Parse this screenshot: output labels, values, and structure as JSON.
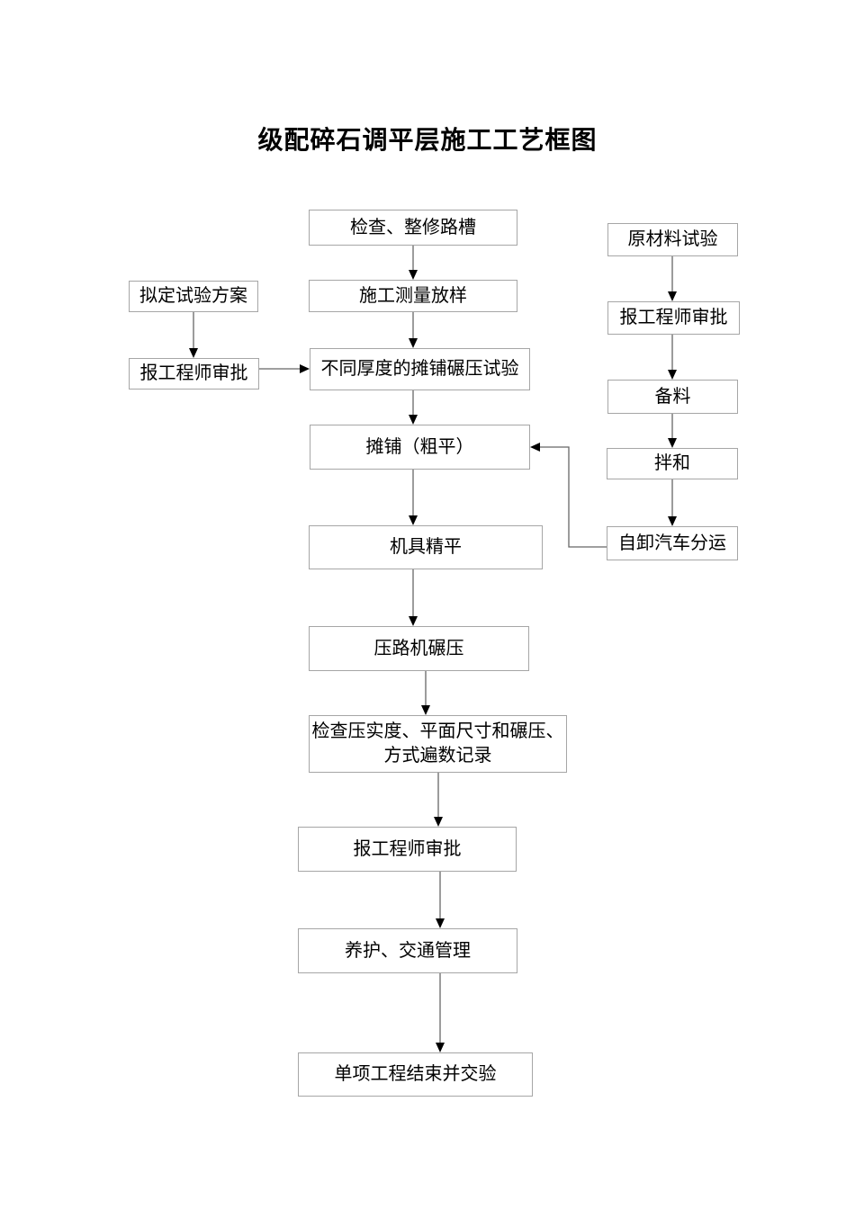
{
  "title": "级配碎石调平层施工工艺框图",
  "colors": {
    "background": "#ffffff",
    "box_border": "#a6a6a6",
    "connector_line": "#666666",
    "arrowhead": "#000000",
    "text": "#000000"
  },
  "nodes": {
    "inspect_repair_trough": {
      "label": "检查、整修路槽"
    },
    "survey_layout": {
      "label": "施工测量放样"
    },
    "thickness_test": {
      "label": "不同厚度的摊铺碾压试验"
    },
    "paving_rough": {
      "label": "摊铺（粗平）"
    },
    "machine_fine_leveling": {
      "label": "机具精平"
    },
    "roller_compaction": {
      "label": "压路机碾压"
    },
    "check_records": {
      "label": "检查压实度、平面尺寸和碾压、\n方式遍数记录"
    },
    "engineer_approval_main": {
      "label": "报工程师审批"
    },
    "curing_traffic": {
      "label": "养护、交通管理"
    },
    "project_completion": {
      "label": "单项工程结束并交验"
    },
    "draft_test_plan": {
      "label": "拟定试验方案"
    },
    "engineer_approval_left": {
      "label": "报工程师审批"
    },
    "raw_material_test": {
      "label": "原材料试验"
    },
    "engineer_approval_right": {
      "label": "报工程师审批"
    },
    "material_preparation": {
      "label": "备料"
    },
    "mixing": {
      "label": "拌和"
    },
    "dump_truck": {
      "label": "自卸汽车分运"
    }
  },
  "edges": [
    {
      "from": "inspect_repair_trough",
      "to": "survey_layout"
    },
    {
      "from": "survey_layout",
      "to": "thickness_test"
    },
    {
      "from": "thickness_test",
      "to": "paving_rough"
    },
    {
      "from": "paving_rough",
      "to": "machine_fine_leveling"
    },
    {
      "from": "machine_fine_leveling",
      "to": "roller_compaction"
    },
    {
      "from": "roller_compaction",
      "to": "check_records"
    },
    {
      "from": "check_records",
      "to": "engineer_approval_main"
    },
    {
      "from": "engineer_approval_main",
      "to": "curing_traffic"
    },
    {
      "from": "curing_traffic",
      "to": "project_completion"
    },
    {
      "from": "draft_test_plan",
      "to": "engineer_approval_left"
    },
    {
      "from": "engineer_approval_left",
      "to": "thickness_test"
    },
    {
      "from": "raw_material_test",
      "to": "engineer_approval_right"
    },
    {
      "from": "engineer_approval_right",
      "to": "material_preparation"
    },
    {
      "from": "material_preparation",
      "to": "mixing"
    },
    {
      "from": "mixing",
      "to": "dump_truck"
    },
    {
      "from": "dump_truck",
      "to": "paving_rough"
    }
  ]
}
